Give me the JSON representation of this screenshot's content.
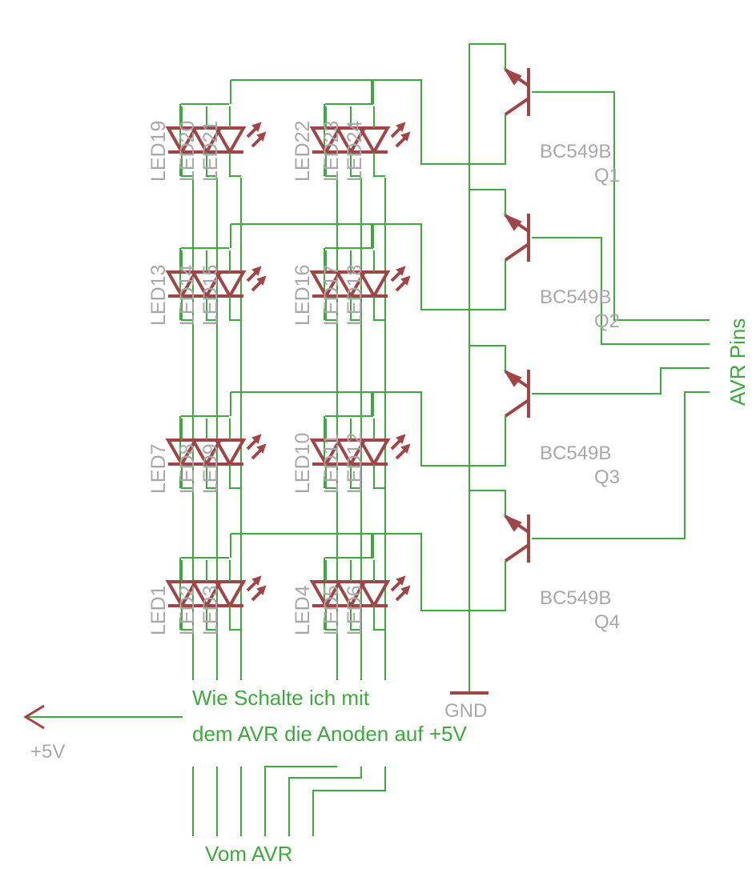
{
  "leds": {
    "row0": [
      [
        "LED19",
        "LED20",
        "LED21"
      ],
      [
        "LED22",
        "LED23",
        "LED24"
      ]
    ],
    "row1": [
      [
        "LED13",
        "LED14",
        "LED15"
      ],
      [
        "LED16",
        "LED17",
        "LED18"
      ]
    ],
    "row2": [
      [
        "LED7",
        "LED8",
        "LED9"
      ],
      [
        "LED10",
        "LED11",
        "LED12"
      ]
    ],
    "row3": [
      [
        "LED1",
        "LED2",
        "LED3"
      ],
      [
        "LED4",
        "LED5",
        "LED6"
      ]
    ]
  },
  "transistors": [
    {
      "type": "BC549B",
      "name": "Q1"
    },
    {
      "type": "BC549B",
      "name": "Q2"
    },
    {
      "type": "BC549B",
      "name": "Q3"
    },
    {
      "type": "BC549B",
      "name": "Q4"
    }
  ],
  "labels": {
    "gnd": "GND",
    "vcc": "+5V",
    "avr_pins": "AVR Pins",
    "question_line1": "Wie Schalte ich mit",
    "question_line2": "dem AVR die Anoden auf +5V",
    "from_avr": "Vom AVR"
  },
  "colors": {
    "wire": "#3fa83f",
    "symbol": "#a04545",
    "label": "#a8a8a8"
  }
}
